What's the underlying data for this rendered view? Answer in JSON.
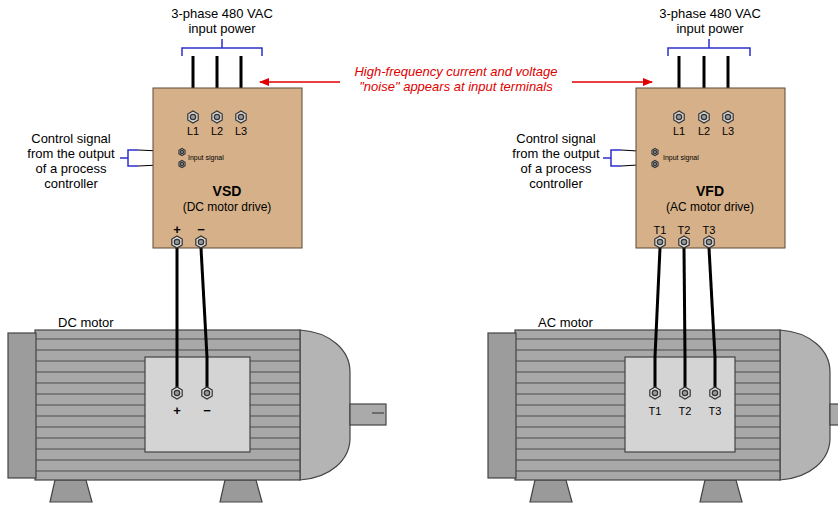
{
  "diagram": {
    "nodes": [
      {
        "text": [
          "L1",
          "L2",
          "L3",
          "Input signal",
          "VSD",
          "(DC motor drive)",
          "+",
          "−"
        ]
      },
      {
        "text": [
          "L1",
          "L2",
          "L3",
          "Input signal",
          "VFD",
          "(AC motor drive)",
          "T1",
          "T2",
          "T3"
        ]
      },
      {
        "text": [
          "DC motor"
        ]
      },
      {
        "text": [
          "+",
          "−"
        ],
        "in": 2
      },
      {
        "text": [
          "AC motor"
        ]
      },
      {
        "text": [
          "T1",
          "T2",
          "T3"
        ],
        "in": 4
      }
    ],
    "edges": [
      {
        "from": 0,
        "to": 3,
        "arrow": "none"
      },
      {
        "from": 0,
        "to": 3,
        "arrow": "none"
      },
      {
        "from": 1,
        "to": 5,
        "arrow": "none"
      },
      {
        "from": 1,
        "to": 5,
        "arrow": "none"
      },
      {
        "from": 1,
        "to": 5,
        "arrow": "none"
      }
    ],
    "labels": [
      "3-phase 480 VAC input power",
      "3-phase 480 VAC input power",
      "High-frequency current and voltage \"noise\" appears at input terminals",
      "Control signal from the output of a process controller",
      "Control signal from the output of a process controller"
    ]
  }
}
